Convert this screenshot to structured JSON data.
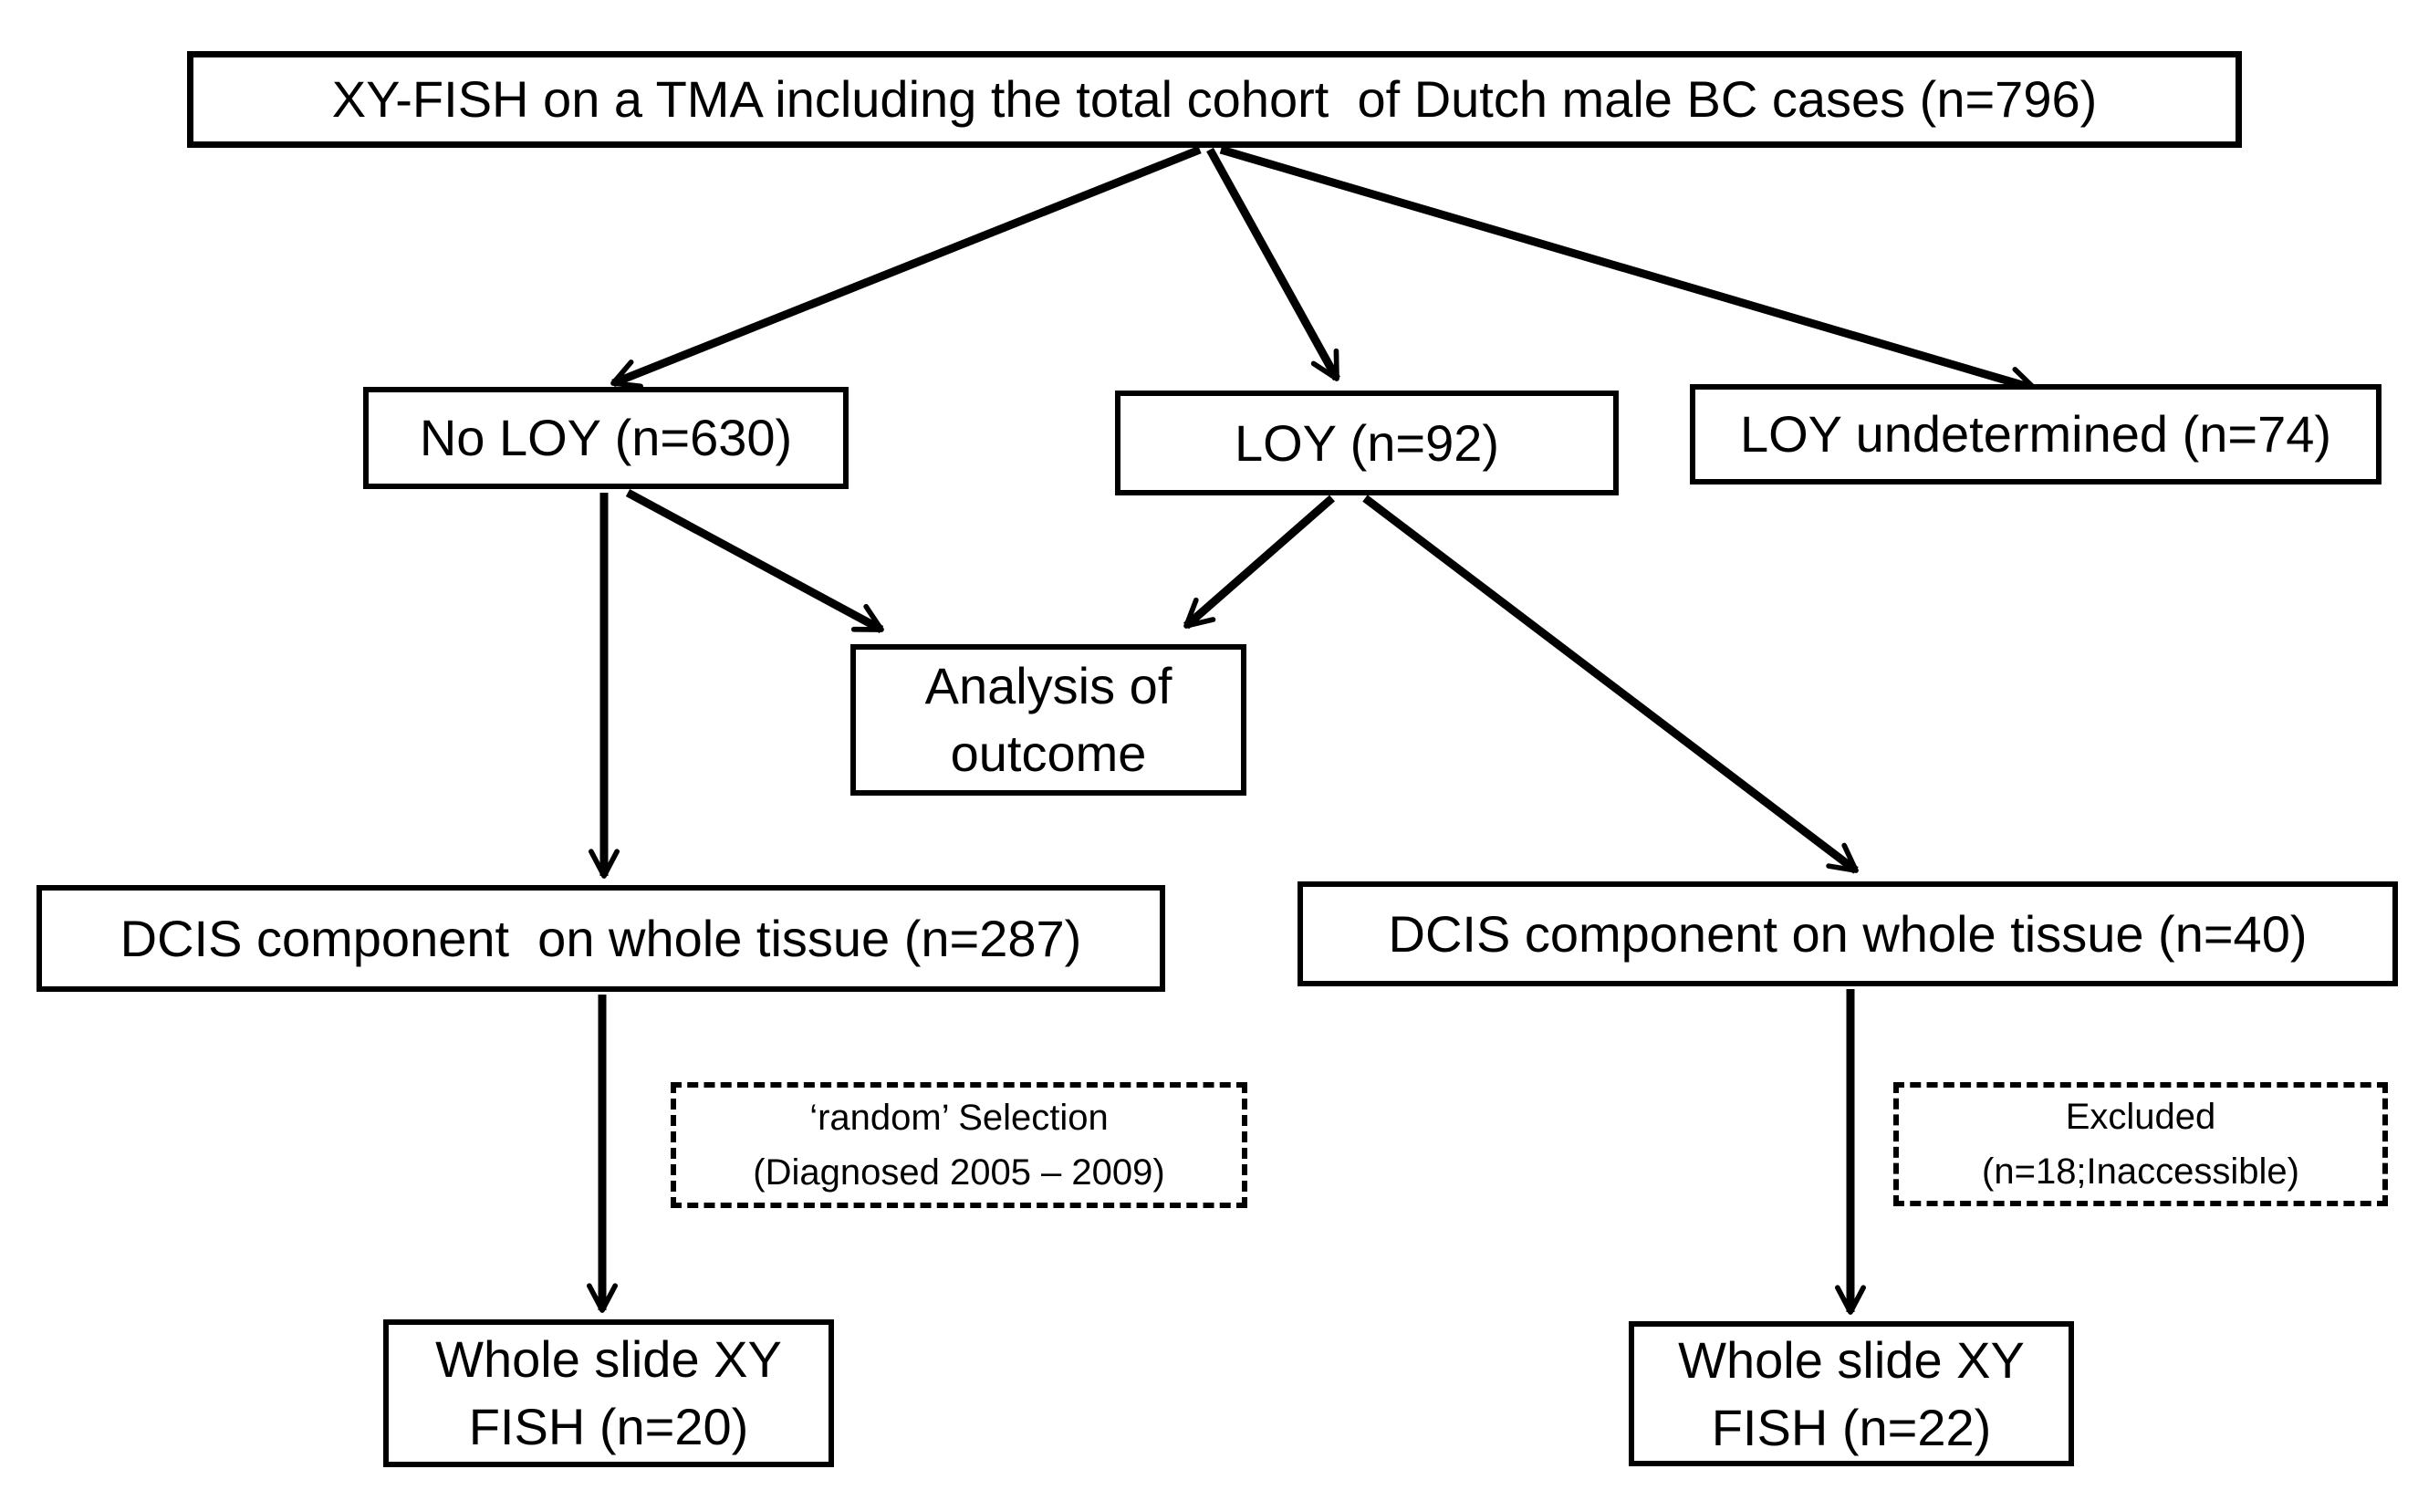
{
  "figure": {
    "background_color": "#ffffff",
    "line_color": "#000000",
    "nodes": {
      "cohort": {
        "text": "XY-FISH on a TMA including the total cohort  of Dutch male BC cases (n=796)"
      },
      "no_loy": {
        "text": "No LOY (n=630)"
      },
      "loy": {
        "text": "LOY (n=92)"
      },
      "loy_undetermined": {
        "text": "LOY undetermined (n=74)"
      },
      "analysis": {
        "line1": "Analysis of",
        "line2": "outcome"
      },
      "dcis_no_loy": {
        "text": "DCIS component  on whole tissue (n=287)"
      },
      "dcis_loy": {
        "text": "DCIS component on whole tissue (n=40)"
      },
      "random_selection": {
        "line1": "‘random’ Selection",
        "line2": "(Diagnosed 2005 – 2009)"
      },
      "excluded": {
        "line1": "Excluded",
        "line2": "(n=18;Inaccessible)"
      },
      "fish_no_loy": {
        "line1": "Whole slide XY",
        "line2": "FISH (n=20)"
      },
      "fish_loy": {
        "line1": "Whole slide XY",
        "line2": "FISH (n=22)"
      }
    },
    "edges": [
      {
        "from": "cohort",
        "to": "no_loy"
      },
      {
        "from": "cohort",
        "to": "loy"
      },
      {
        "from": "cohort",
        "to": "loy_undetermined"
      },
      {
        "from": "no_loy",
        "to": "analysis"
      },
      {
        "from": "no_loy",
        "to": "dcis_no_loy"
      },
      {
        "from": "loy",
        "to": "analysis"
      },
      {
        "from": "loy",
        "to": "dcis_loy"
      },
      {
        "from": "dcis_no_loy",
        "to": "fish_no_loy"
      },
      {
        "from": "dcis_loy",
        "to": "fish_loy"
      }
    ]
  }
}
